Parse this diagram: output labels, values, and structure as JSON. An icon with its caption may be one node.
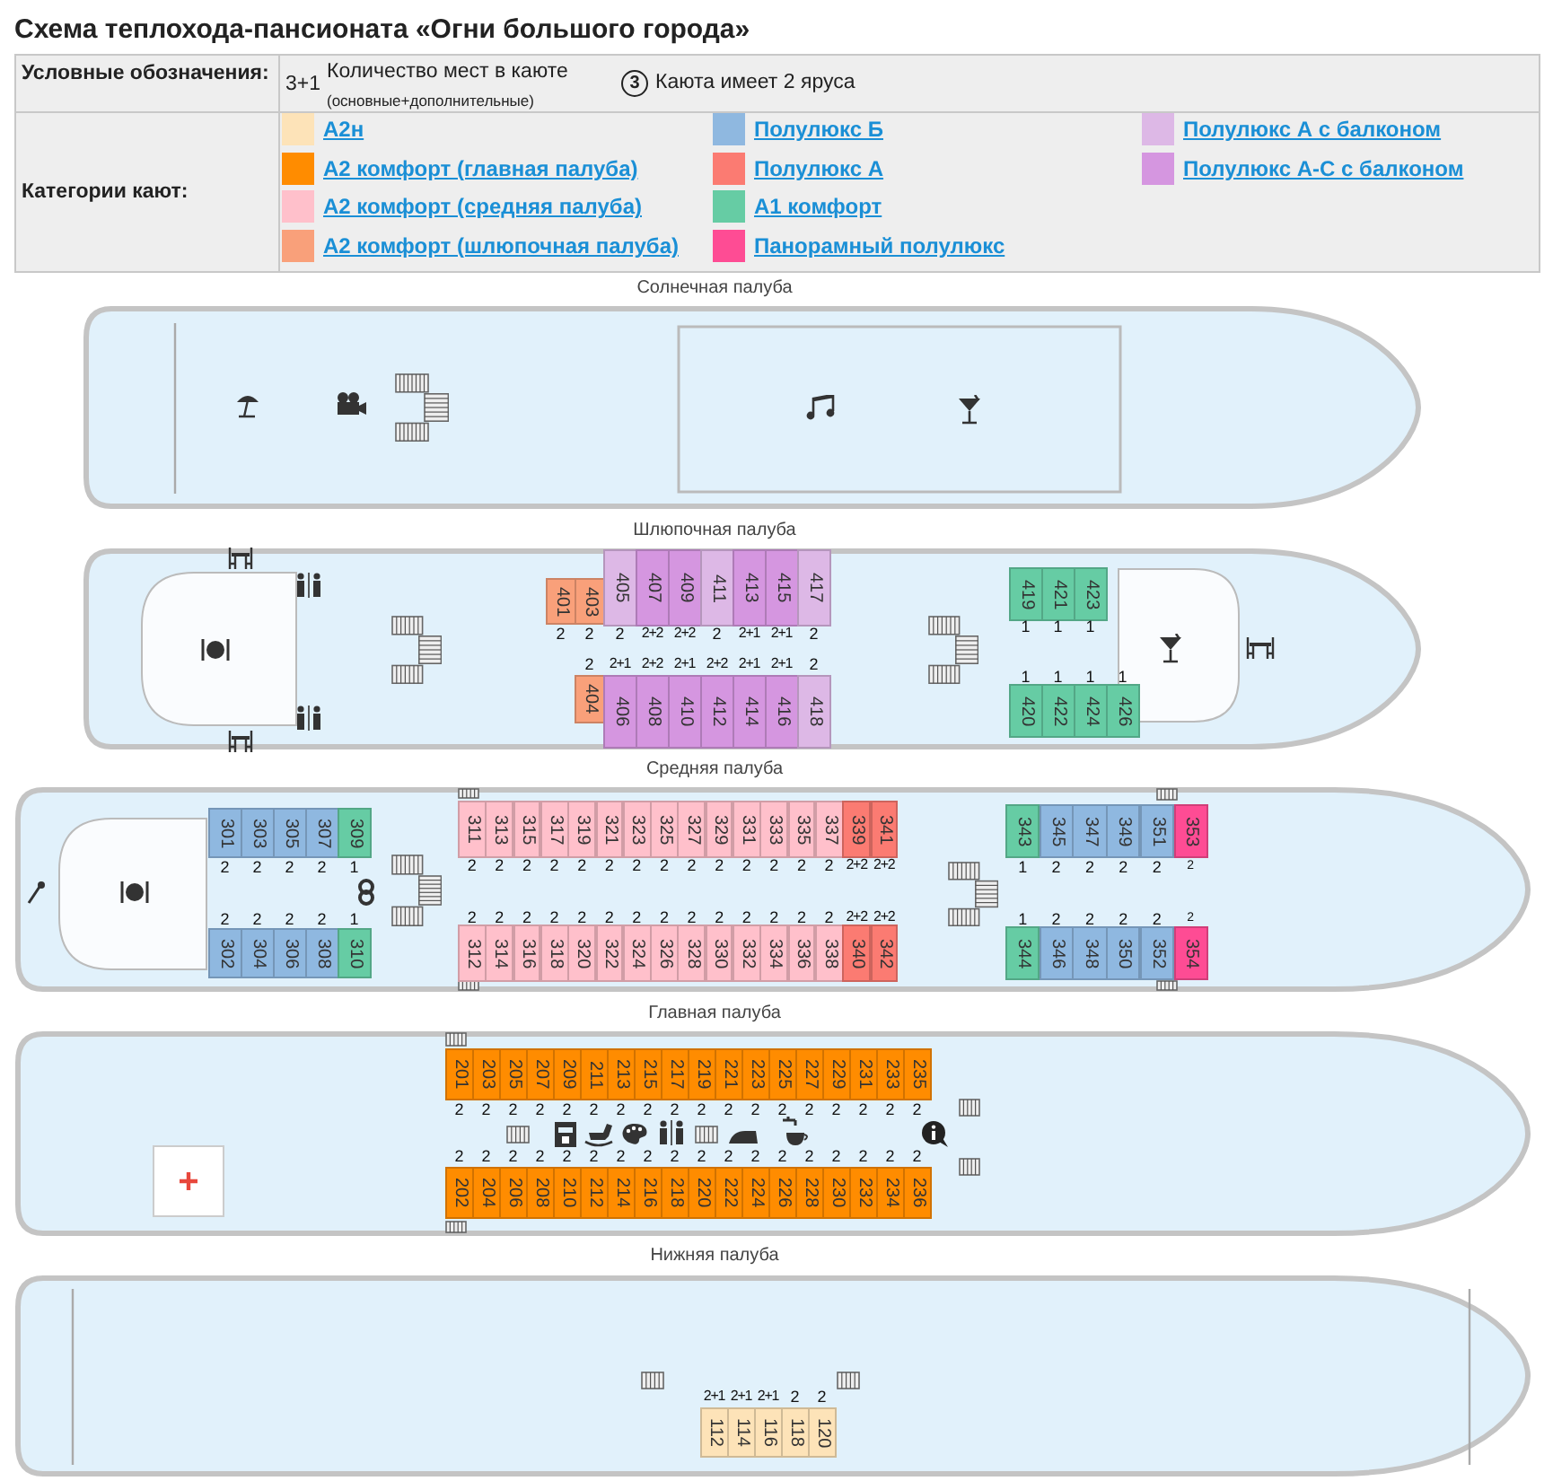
{
  "diagram": {
    "title": "Схема теплохода-пансионата «Огни большого города»",
    "nodes": [
      {
        "text": [
          "Солнечная палуба"
        ]
      },
      {
        "text": [
          "Шлюпочная палуба"
        ]
      },
      {
        "text": [
          "401"
        ],
        "in": 1,
        "beside": [
          "2"
        ]
      },
      {
        "text": [
          "403"
        ],
        "in": 1,
        "beside": [
          "2"
        ]
      },
      {
        "text": [
          "405"
        ],
        "in": 1,
        "beside": [
          "2"
        ]
      },
      {
        "text": [
          "407"
        ],
        "in": 1,
        "beside": [
          "2+2"
        ]
      },
      {
        "text": [
          "409"
        ],
        "in": 1,
        "beside": [
          "2+2"
        ]
      },
      {
        "text": [
          "411"
        ],
        "in": 1,
        "beside": [
          "2"
        ]
      },
      {
        "text": [
          "413"
        ],
        "in": 1,
        "beside": [
          "2+1"
        ]
      },
      {
        "text": [
          "415"
        ],
        "in": 1,
        "beside": [
          "2+1"
        ]
      },
      {
        "text": [
          "417"
        ],
        "in": 1,
        "beside": [
          "2"
        ]
      },
      {
        "text": [
          "419"
        ],
        "in": 1,
        "beside": [
          "1"
        ]
      },
      {
        "text": [
          "421"
        ],
        "in": 1,
        "beside": [
          "1"
        ]
      },
      {
        "text": [
          "423"
        ],
        "in": 1,
        "beside": [
          "1"
        ]
      },
      {
        "text": [
          "404"
        ],
        "in": 1,
        "beside": [
          "2"
        ]
      },
      {
        "text": [
          "406"
        ],
        "in": 1,
        "beside": [
          "2+1"
        ]
      },
      {
        "text": [
          "408"
        ],
        "in": 1,
        "beside": [
          "2+2"
        ]
      },
      {
        "text": [
          "410"
        ],
        "in": 1,
        "beside": [
          "2+1"
        ]
      },
      {
        "text": [
          "412"
        ],
        "in": 1,
        "beside": [
          "2+2"
        ]
      },
      {
        "text": [
          "414"
        ],
        "in": 1,
        "beside": [
          "2+1"
        ]
      },
      {
        "text": [
          "416"
        ],
        "in": 1,
        "beside": [
          "2+1"
        ]
      },
      {
        "text": [
          "418"
        ],
        "in": 1,
        "beside": [
          "2"
        ]
      },
      {
        "text": [
          "420"
        ],
        "in": 1,
        "beside": [
          "1"
        ]
      },
      {
        "text": [
          "422"
        ],
        "in": 1,
        "beside": [
          "1"
        ]
      },
      {
        "text": [
          "424"
        ],
        "in": 1,
        "beside": [
          "1"
        ]
      },
      {
        "text": [
          "426"
        ],
        "in": 1,
        "beside": [
          "1"
        ]
      },
      {
        "text": [
          "Средняя палуба"
        ]
      },
      {
        "text": [
          "301"
        ],
        "in": 26,
        "beside": [
          "2"
        ]
      },
      {
        "text": [
          "303"
        ],
        "in": 26,
        "beside": [
          "2"
        ]
      },
      {
        "text": [
          "305"
        ],
        "in": 26,
        "beside": [
          "2"
        ]
      },
      {
        "text": [
          "307"
        ],
        "in": 26,
        "beside": [
          "2"
        ]
      },
      {
        "text": [
          "309"
        ],
        "in": 26,
        "beside": [
          "1"
        ]
      },
      {
        "text": [
          "311"
        ],
        "in": 26,
        "beside": [
          "2"
        ]
      },
      {
        "text": [
          "313"
        ],
        "in": 26,
        "beside": [
          "2"
        ]
      },
      {
        "text": [
          "315"
        ],
        "in": 26,
        "beside": [
          "2"
        ]
      },
      {
        "text": [
          "317"
        ],
        "in": 26,
        "beside": [
          "2"
        ]
      },
      {
        "text": [
          "319"
        ],
        "in": 26,
        "beside": [
          "2"
        ]
      },
      {
        "text": [
          "321"
        ],
        "in": 26,
        "beside": [
          "2"
        ]
      },
      {
        "text": [
          "323"
        ],
        "in": 26,
        "beside": [
          "2"
        ]
      },
      {
        "text": [
          "325"
        ],
        "in": 26,
        "beside": [
          "2"
        ]
      },
      {
        "text": [
          "327"
        ],
        "in": 26,
        "beside": [
          "2"
        ]
      },
      {
        "text": [
          "329"
        ],
        "in": 26,
        "beside": [
          "2"
        ]
      },
      {
        "text": [
          "331"
        ],
        "in": 26,
        "beside": [
          "2"
        ]
      },
      {
        "text": [
          "333"
        ],
        "in": 26,
        "beside": [
          "2"
        ]
      },
      {
        "text": [
          "335"
        ],
        "in": 26,
        "beside": [
          "2"
        ]
      },
      {
        "text": [
          "337"
        ],
        "in": 26,
        "beside": [
          "2"
        ]
      },
      {
        "text": [
          "339"
        ],
        "in": 26,
        "beside": [
          "2+2"
        ]
      },
      {
        "text": [
          "341"
        ],
        "in": 26,
        "beside": [
          "2+2"
        ]
      },
      {
        "text": [
          "343"
        ],
        "in": 26,
        "beside": [
          "1"
        ]
      },
      {
        "text": [
          "345"
        ],
        "in": 26,
        "beside": [
          "2"
        ]
      },
      {
        "text": [
          "347"
        ],
        "in": 26,
        "beside": [
          "2"
        ]
      },
      {
        "text": [
          "349"
        ],
        "in": 26,
        "beside": [
          "2"
        ]
      },
      {
        "text": [
          "351"
        ],
        "in": 26,
        "beside": [
          "2"
        ]
      },
      {
        "text": [
          "353"
        ],
        "in": 26,
        "beside": [
          "2"
        ]
      },
      {
        "text": [
          "302"
        ],
        "in": 26,
        "beside": [
          "2"
        ]
      },
      {
        "text": [
          "304"
        ],
        "in": 26,
        "beside": [
          "2"
        ]
      },
      {
        "text": [
          "306"
        ],
        "in": 26,
        "beside": [
          "2"
        ]
      },
      {
        "text": [
          "308"
        ],
        "in": 26,
        "beside": [
          "2"
        ]
      },
      {
        "text": [
          "310"
        ],
        "in": 26,
        "beside": [
          "1"
        ]
      },
      {
        "text": [
          "312"
        ],
        "in": 26,
        "beside": [
          "2"
        ]
      },
      {
        "text": [
          "314"
        ],
        "in": 26,
        "beside": [
          "2"
        ]
      },
      {
        "text": [
          "316"
        ],
        "in": 26,
        "beside": [
          "2"
        ]
      },
      {
        "text": [
          "318"
        ],
        "in": 26,
        "beside": [
          "2"
        ]
      },
      {
        "text": [
          "320"
        ],
        "in": 26,
        "beside": [
          "2"
        ]
      },
      {
        "text": [
          "322"
        ],
        "in": 26,
        "beside": [
          "2"
        ]
      },
      {
        "text": [
          "324"
        ],
        "in": 26,
        "beside": [
          "2"
        ]
      },
      {
        "text": [
          "326"
        ],
        "in": 26,
        "beside": [
          "2"
        ]
      },
      {
        "text": [
          "328"
        ],
        "in": 26,
        "beside": [
          "2"
        ]
      },
      {
        "text": [
          "330"
        ],
        "in": 26,
        "beside": [
          "2"
        ]
      },
      {
        "text": [
          "332"
        ],
        "in": 26,
        "beside": [
          "2"
        ]
      },
      {
        "text": [
          "334"
        ],
        "in": 26,
        "beside": [
          "2"
        ]
      },
      {
        "text": [
          "336"
        ],
        "in": 26,
        "beside": [
          "2"
        ]
      },
      {
        "text": [
          "338"
        ],
        "in": 26,
        "beside": [
          "2"
        ]
      },
      {
        "text": [
          "340"
        ],
        "in": 26,
        "beside": [
          "2+2"
        ]
      },
      {
        "text": [
          "342"
        ],
        "in": 26,
        "beside": [
          "2+2"
        ]
      },
      {
        "text": [
          "344"
        ],
        "in": 26,
        "beside": [
          "1"
        ]
      },
      {
        "text": [
          "346"
        ],
        "in": 26,
        "beside": [
          "2"
        ]
      },
      {
        "text": [
          "348"
        ],
        "in": 26,
        "beside": [
          "2"
        ]
      },
      {
        "text": [
          "350"
        ],
        "in": 26,
        "beside": [
          "2"
        ]
      },
      {
        "text": [
          "352"
        ],
        "in": 26,
        "beside": [
          "2"
        ]
      },
      {
        "text": [
          "354"
        ],
        "in": 26,
        "beside": [
          "2"
        ]
      },
      {
        "text": [
          "Главная палуба"
        ]
      },
      {
        "text": [
          "201"
        ],
        "in": 81,
        "beside": [
          "2"
        ]
      },
      {
        "text": [
          "203"
        ],
        "in": 81,
        "beside": [
          "2"
        ]
      },
      {
        "text": [
          "205"
        ],
        "in": 81,
        "beside": [
          "2"
        ]
      },
      {
        "text": [
          "207"
        ],
        "in": 81,
        "beside": [
          "2"
        ]
      },
      {
        "text": [
          "209"
        ],
        "in": 81,
        "beside": [
          "2"
        ]
      },
      {
        "text": [
          "211"
        ],
        "in": 81,
        "beside": [
          "2"
        ]
      },
      {
        "text": [
          "213"
        ],
        "in": 81,
        "beside": [
          "2"
        ]
      },
      {
        "text": [
          "215"
        ],
        "in": 81,
        "beside": [
          "2"
        ]
      },
      {
        "text": [
          "217"
        ],
        "in": 81,
        "beside": [
          "2"
        ]
      },
      {
        "text": [
          "219"
        ],
        "in": 81,
        "beside": [
          "2"
        ]
      },
      {
        "text": [
          "221"
        ],
        "in": 81,
        "beside": [
          "2"
        ]
      },
      {
        "text": [
          "223"
        ],
        "in": 81,
        "beside": [
          "2"
        ]
      },
      {
        "text": [
          "225"
        ],
        "in": 81,
        "beside": [
          "2"
        ]
      },
      {
        "text": [
          "227"
        ],
        "in": 81,
        "beside": [
          "2"
        ]
      },
      {
        "text": [
          "229"
        ],
        "in": 81,
        "beside": [
          "2"
        ]
      },
      {
        "text": [
          "231"
        ],
        "in": 81,
        "beside": [
          "2"
        ]
      },
      {
        "text": [
          "233"
        ],
        "in": 81,
        "beside": [
          "2"
        ]
      },
      {
        "text": [
          "235"
        ],
        "in": 81,
        "beside": [
          "2"
        ]
      },
      {
        "text": [
          "202"
        ],
        "in": 81,
        "beside": [
          "2"
        ]
      },
      {
        "text": [
          "204"
        ],
        "in": 81,
        "beside": [
          "2"
        ]
      },
      {
        "text": [
          "206"
        ],
        "in": 81,
        "beside": [
          "2"
        ]
      },
      {
        "text": [
          "208"
        ],
        "in": 81,
        "beside": [
          "2"
        ]
      },
      {
        "text": [
          "210"
        ],
        "in": 81,
        "beside": [
          "2"
        ]
      },
      {
        "text": [
          "212"
        ],
        "in": 81,
        "beside": [
          "2"
        ]
      },
      {
        "text": [
          "214"
        ],
        "in": 81,
        "beside": [
          "2"
        ]
      },
      {
        "text": [
          "216"
        ],
        "in": 81,
        "beside": [
          "2"
        ]
      },
      {
        "text": [
          "218"
        ],
        "in": 81,
        "beside": [
          "2"
        ]
      },
      {
        "text": [
          "220"
        ],
        "in": 81,
        "beside": [
          "2"
        ]
      },
      {
        "text": [
          "222"
        ],
        "in": 81,
        "beside": [
          "2"
        ]
      },
      {
        "text": [
          "224"
        ],
        "in": 81,
        "beside": [
          "2"
        ]
      },
      {
        "text": [
          "226"
        ],
        "in": 81,
        "beside": [
          "2"
        ]
      },
      {
        "text": [
          "228"
        ],
        "in": 81,
        "beside": [
          "2"
        ]
      },
      {
        "text": [
          "230"
        ],
        "in": 81,
        "beside": [
          "2"
        ]
      },
      {
        "text": [
          "232"
        ],
        "in": 81,
        "beside": [
          "2"
        ]
      },
      {
        "text": [
          "234"
        ],
        "in": 81,
        "beside": [
          "2"
        ]
      },
      {
        "text": [
          "236"
        ],
        "in": 81,
        "beside": [
          "2"
        ]
      },
      {
        "text": [
          "Нижняя палуба"
        ]
      },
      {
        "text": [
          "112"
        ],
        "in": 118,
        "beside": [
          "2+1"
        ]
      },
      {
        "text": [
          "114"
        ],
        "in": 118,
        "beside": [
          "2+1"
        ]
      },
      {
        "text": [
          "116"
        ],
        "in": 118,
        "beside": [
          "2+1"
        ]
      },
      {
        "text": [
          "118"
        ],
        "in": 118,
        "beside": [
          "2"
        ]
      },
      {
        "text": [
          "120"
        ],
        "in": 118,
        "beside": [
          "2"
        ]
      }
    ],
    "labels": [
      "Условные обозначения:",
      "3+1",
      "Количество мест в каюте",
      "(основные+дополнительные)",
      "3",
      "Каюта имеет 2 яруса",
      "Категории кают:"
    ],
    "legend": [
      {
        "text": "A2н",
        "color": "#fde3b8"
      },
      {
        "text": "A2 комфорт (главная палуба)",
        "color": "#ff8c00"
      },
      {
        "text": "A2 комфорт (средняя палуба)",
        "color": "#ffc0cb"
      },
      {
        "text": "A2 комфорт (шлюпочная палуба)",
        "color": "#f9a07a"
      },
      {
        "text": "Полулюкс Б",
        "color": "#8fb8e0"
      },
      {
        "text": "Полулюкс А",
        "color": "#fb7b72"
      },
      {
        "text": "A1 комфорт",
        "color": "#66cca4"
      },
      {
        "text": "Панорамный полулюкс",
        "color": "#fe4c94"
      },
      {
        "text": "Полулюкс А с балконом",
        "color": "#ddb8e6"
      },
      {
        "text": "Полулюкс А-С с балконом",
        "color": "#d596e0"
      }
    ]
  }
}
